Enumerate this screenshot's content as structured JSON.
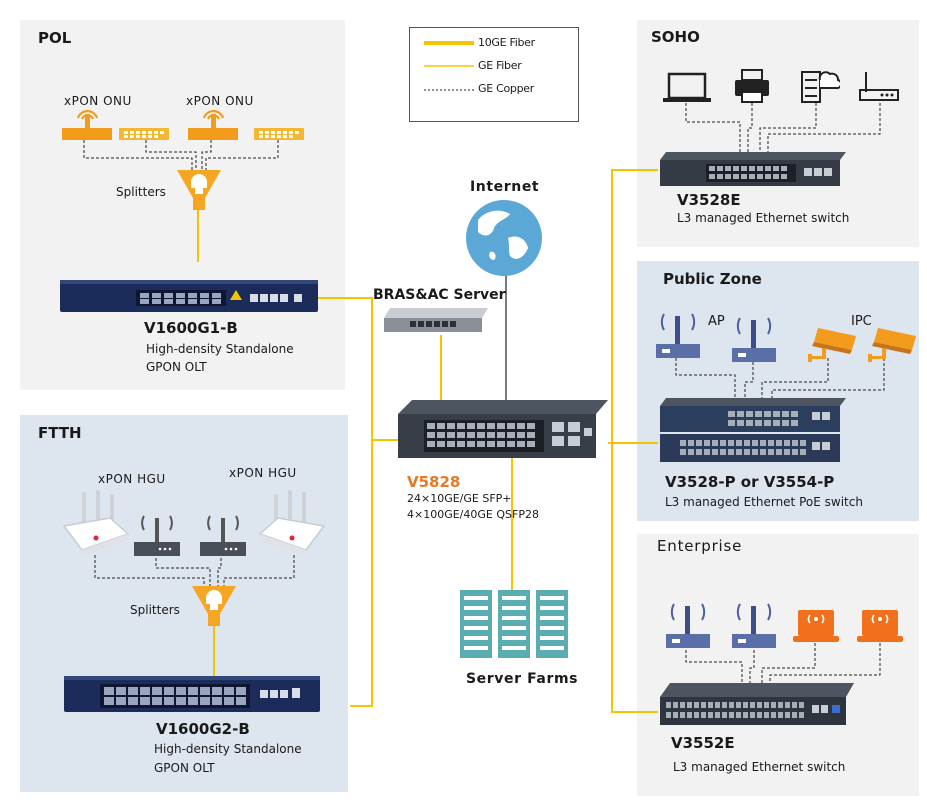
{
  "legend": {
    "items": [
      {
        "label": "10GE Fiber",
        "style": "thick-yellow"
      },
      {
        "label": "GE Fiber",
        "style": "thin-yellow"
      },
      {
        "label": "GE Copper",
        "style": "dashed-black"
      }
    ]
  },
  "colors": {
    "fiber": "#f5c400",
    "accent_orange": "#f29b1d",
    "v5828_label": "#e77924",
    "panel_grey": "#f2f2f2",
    "panel_blue": "#dde5ef"
  },
  "pol": {
    "title": "POL",
    "onu_labels": [
      "xPON ONU",
      "xPON ONU"
    ],
    "splitters": "Splitters",
    "device_name": "V1600G1-B",
    "device_desc": [
      "High-density Standalone",
      "GPON OLT"
    ]
  },
  "ftth": {
    "title": "FTTH",
    "hgu_labels": [
      "xPON HGU",
      "xPON HGU"
    ],
    "splitters": "Splitters",
    "device_name": "V1600G2-B",
    "device_desc": [
      "High-density Standalone",
      "GPON OLT"
    ]
  },
  "center": {
    "internet": "Internet",
    "bras": "BRAS&AC Server",
    "core_name": "V5828",
    "core_desc": [
      "24×10GE/GE SFP+",
      "4×100GE/40GE QSFP28"
    ],
    "server_farms": "Server Farms"
  },
  "soho": {
    "title": "SOHO",
    "device_name": "V3528E",
    "device_desc": "L3 managed Ethernet switch"
  },
  "public": {
    "title": "Public Zone",
    "ap_label": "AP",
    "ipc_label": "IPC",
    "device_name": "V3528-P or V3554-P",
    "device_desc": "L3 managed Ethernet PoE switch"
  },
  "enterprise": {
    "title": "Enterprise",
    "device_name": "V3552E",
    "device_desc": "L3 managed Ethernet switch"
  }
}
